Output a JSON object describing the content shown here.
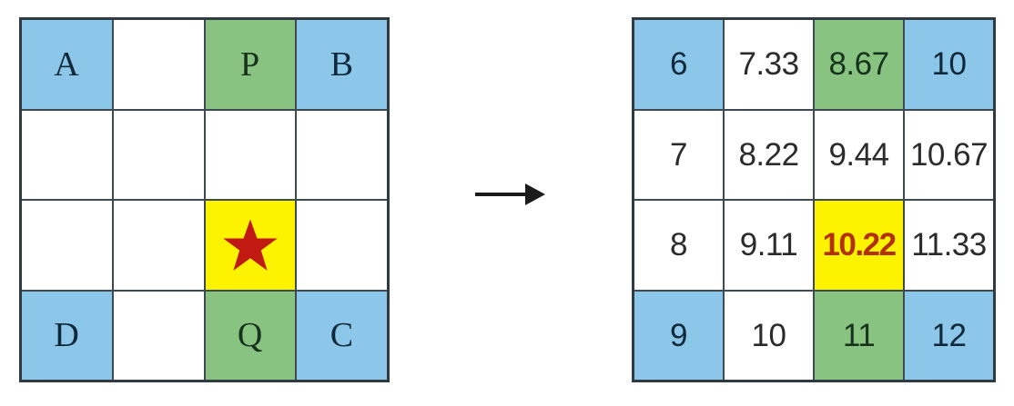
{
  "diagram": {
    "title": "Grid value interpolation diagram",
    "colors": {
      "blue_fill": "#8cc6e8",
      "green_fill": "#88c382",
      "yellow_fill": "#fdf200",
      "white_fill": "#ffffff",
      "grid_line": "#3d4a52",
      "star_red": "#c01a12",
      "highlight_text_red": "#b33000",
      "blue_text": "#10293a",
      "green_text": "#17331c",
      "default_text": "#2b2b2b"
    },
    "arrow": {
      "icon": "right-arrow-icon",
      "direction": "right"
    },
    "left_grid": {
      "name": "source-grid",
      "rows": 4,
      "cols": 4,
      "cells": [
        [
          {
            "label": "A",
            "fill": "blue"
          },
          {
            "label": "",
            "fill": "white"
          },
          {
            "label": "P",
            "fill": "green"
          },
          {
            "label": "B",
            "fill": "blue"
          }
        ],
        [
          {
            "label": "",
            "fill": "white"
          },
          {
            "label": "",
            "fill": "white"
          },
          {
            "label": "",
            "fill": "white"
          },
          {
            "label": "",
            "fill": "white"
          }
        ],
        [
          {
            "label": "",
            "fill": "white"
          },
          {
            "label": "",
            "fill": "white"
          },
          {
            "label": "",
            "fill": "yellow",
            "marker": "star-icon"
          },
          {
            "label": "",
            "fill": "white"
          }
        ],
        [
          {
            "label": "D",
            "fill": "blue"
          },
          {
            "label": "",
            "fill": "white"
          },
          {
            "label": "Q",
            "fill": "green"
          },
          {
            "label": "C",
            "fill": "blue"
          }
        ]
      ]
    },
    "right_grid": {
      "name": "result-grid",
      "rows": 4,
      "cols": 4,
      "cells": [
        [
          {
            "label": "6",
            "fill": "blue"
          },
          {
            "label": "7.33",
            "fill": "white"
          },
          {
            "label": "8.67",
            "fill": "green"
          },
          {
            "label": "10",
            "fill": "blue"
          }
        ],
        [
          {
            "label": "7",
            "fill": "white"
          },
          {
            "label": "8.22",
            "fill": "white"
          },
          {
            "label": "9.44",
            "fill": "white"
          },
          {
            "label": "10.67",
            "fill": "white"
          }
        ],
        [
          {
            "label": "8",
            "fill": "white"
          },
          {
            "label": "9.11",
            "fill": "white"
          },
          {
            "label": "10.22",
            "fill": "yellow"
          },
          {
            "label": "11.33",
            "fill": "white"
          }
        ],
        [
          {
            "label": "9",
            "fill": "blue"
          },
          {
            "label": "10",
            "fill": "white"
          },
          {
            "label": "11",
            "fill": "green"
          },
          {
            "label": "12",
            "fill": "blue"
          }
        ]
      ]
    }
  }
}
